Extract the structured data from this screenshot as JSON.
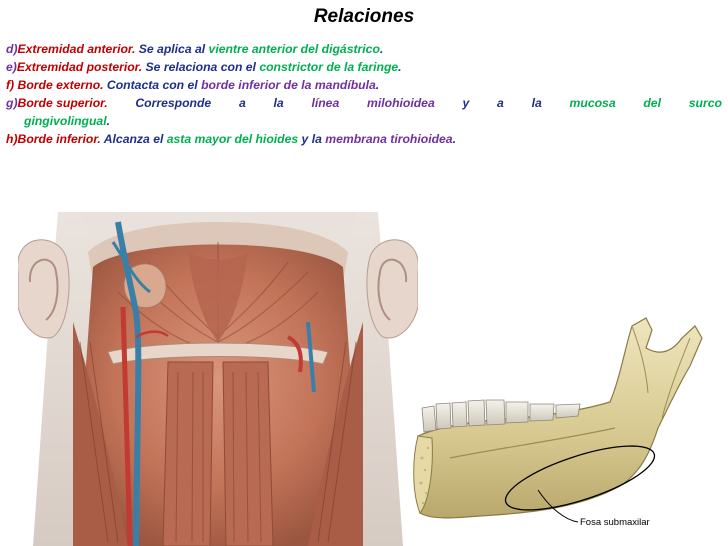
{
  "title": "Relaciones",
  "items": {
    "d": {
      "prefix": "d)",
      "term": "Extremidad anterior.",
      "text": " Se aplica al ",
      "highlight": "vientre anterior del digástrico",
      "end": "."
    },
    "e": {
      "prefix": "e)",
      "term": "Extremidad posterior.",
      "text": " Se relaciona con el ",
      "highlight": "constrictor de la faringe",
      "end": "."
    },
    "f": {
      "prefix": "f) ",
      "term": "Borde externo.",
      "text": " Contacta con el ",
      "highlight": "borde inferior de la mandíbula",
      "end": "."
    },
    "g": {
      "prefix": "g)",
      "term": "Borde superior.",
      "words": [
        "Corresponde",
        "a",
        "la"
      ],
      "highlight_words": [
        "línea",
        "milohioidea"
      ],
      "words2": [
        "y",
        "a",
        "la"
      ],
      "highlight_words2": [
        "mucosa",
        "del",
        "surco"
      ],
      "continuation": "gingivolingual",
      "end": "."
    },
    "h": {
      "prefix": "h)",
      "term": "Borde inferior.",
      "text": " Alcanza el ",
      "highlight1": "asta mayor del hioides",
      "connector": " y la ",
      "highlight2": "membrana tirohioidea",
      "end": "."
    }
  },
  "figure_label": "Fosa submaxilar",
  "colors": {
    "term": "#c00000",
    "text": "#1f2f8c",
    "highlight": "#00b050",
    "highlight_alt": "#7030a0"
  }
}
